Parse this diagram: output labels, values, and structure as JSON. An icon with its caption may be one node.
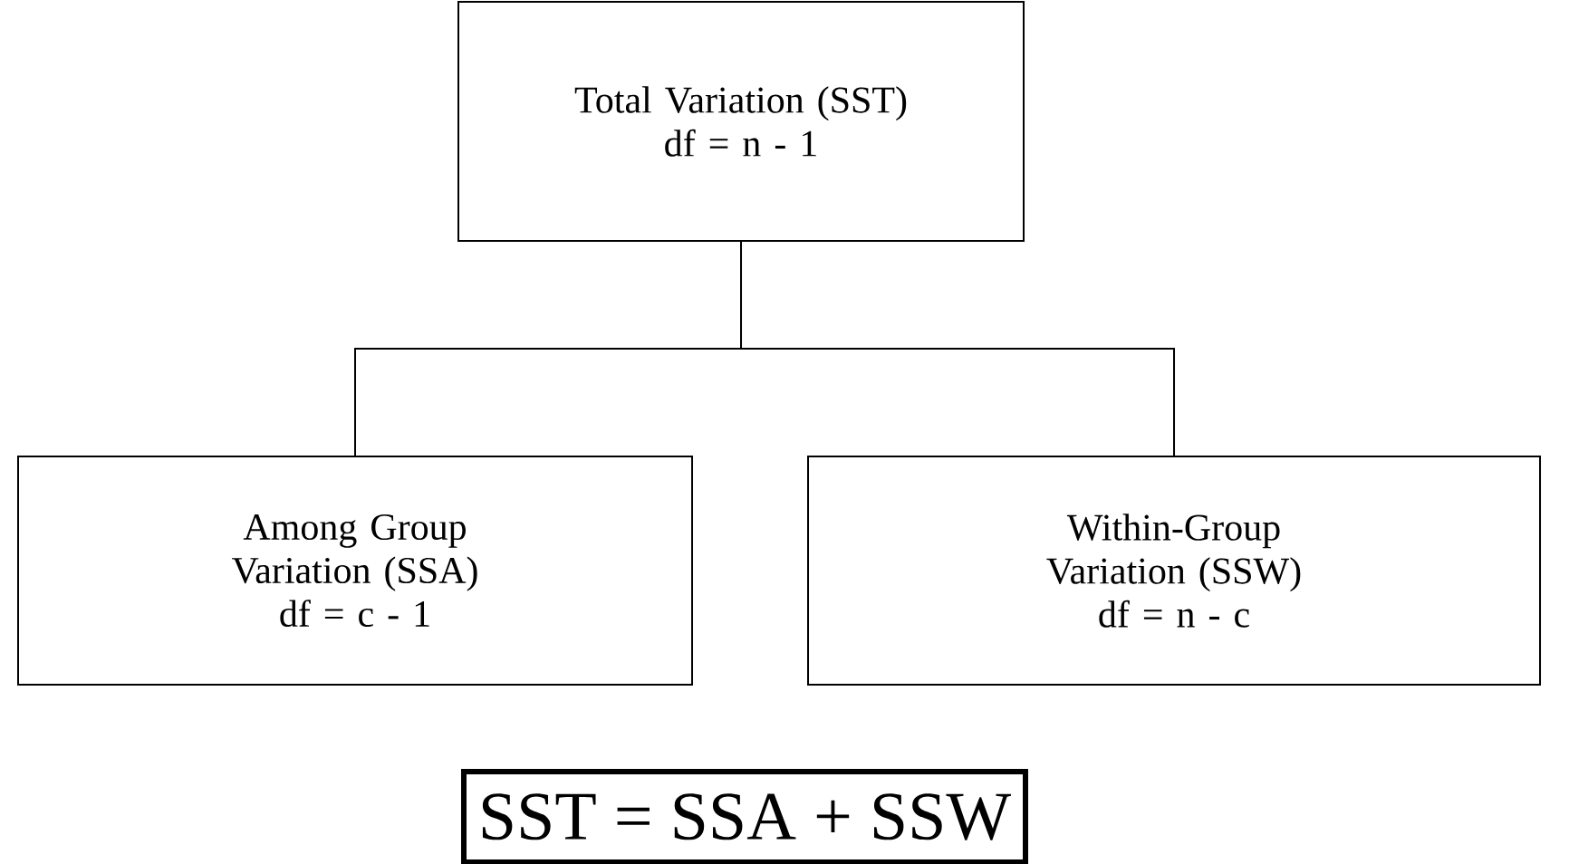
{
  "diagram": {
    "nodes": [
      {
        "text": [
          "Total Variation (SST)",
          "df = n - 1"
        ]
      },
      {
        "text": [
          "Among Group Variation (SSA)",
          "df = c - 1"
        ]
      },
      {
        "text": [
          "Within-Group Variation (SSW)",
          "df = n - c"
        ]
      },
      {
        "text": [
          "SST = SSA + SSW"
        ]
      }
    ],
    "edges": [
      {
        "from": 0,
        "to": 1,
        "arrow": "none"
      },
      {
        "from": 0,
        "to": 2,
        "arrow": "none"
      }
    ]
  }
}
